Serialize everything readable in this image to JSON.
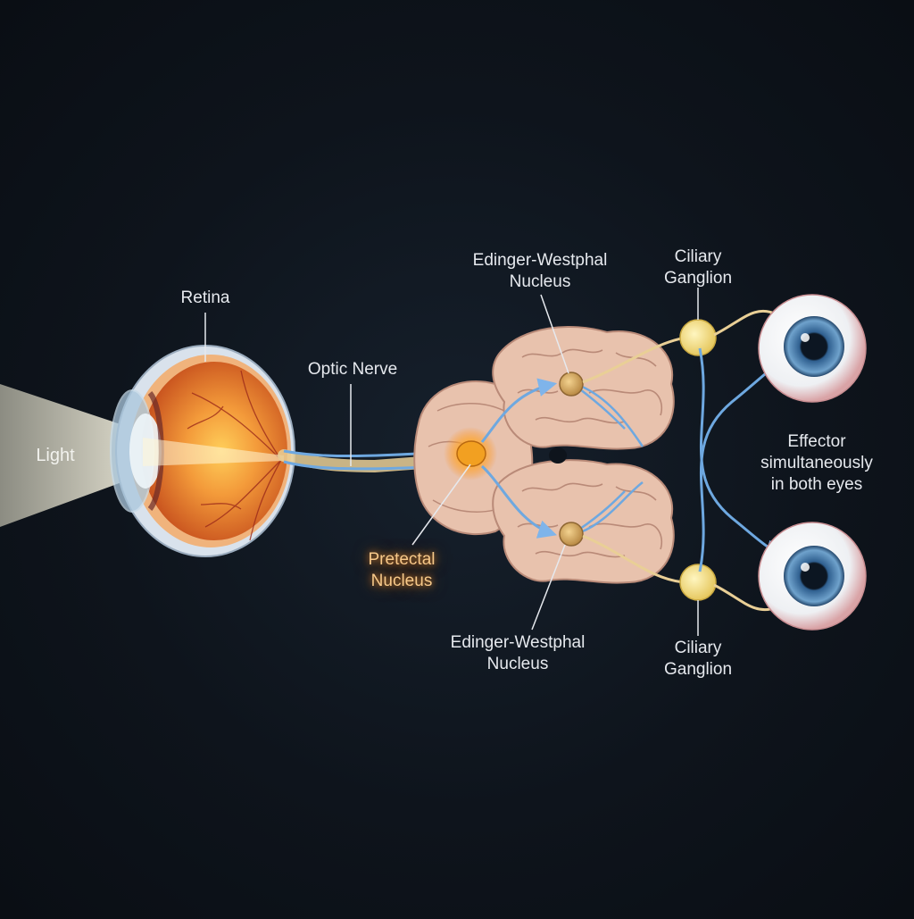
{
  "labels": {
    "light": "Light",
    "retina": "Retina",
    "optic_nerve": "Optic Nerve",
    "pretectal": [
      "Pretectal",
      "Nucleus"
    ],
    "ew_top": [
      "Edinger-Westphal",
      "Nucleus"
    ],
    "ew_bottom": [
      "Edinger-Westphal",
      "Nucleus"
    ],
    "ciliary_top": [
      "Ciliary",
      "Ganglion"
    ],
    "ciliary_bottom": [
      "Ciliary",
      "Ganglion"
    ],
    "effector": [
      "Effector",
      "simultaneously",
      "in both eyes"
    ]
  },
  "colors": {
    "background": "#0e141c",
    "nerve_blue": "#6ea8e0",
    "nerve_cream": "#e9cf96",
    "brain_tissue": "#e8c2ad",
    "pretectal_glow": "#ffa42a",
    "ganglion": "#f2df8a",
    "iris": "#3f6f9e"
  }
}
